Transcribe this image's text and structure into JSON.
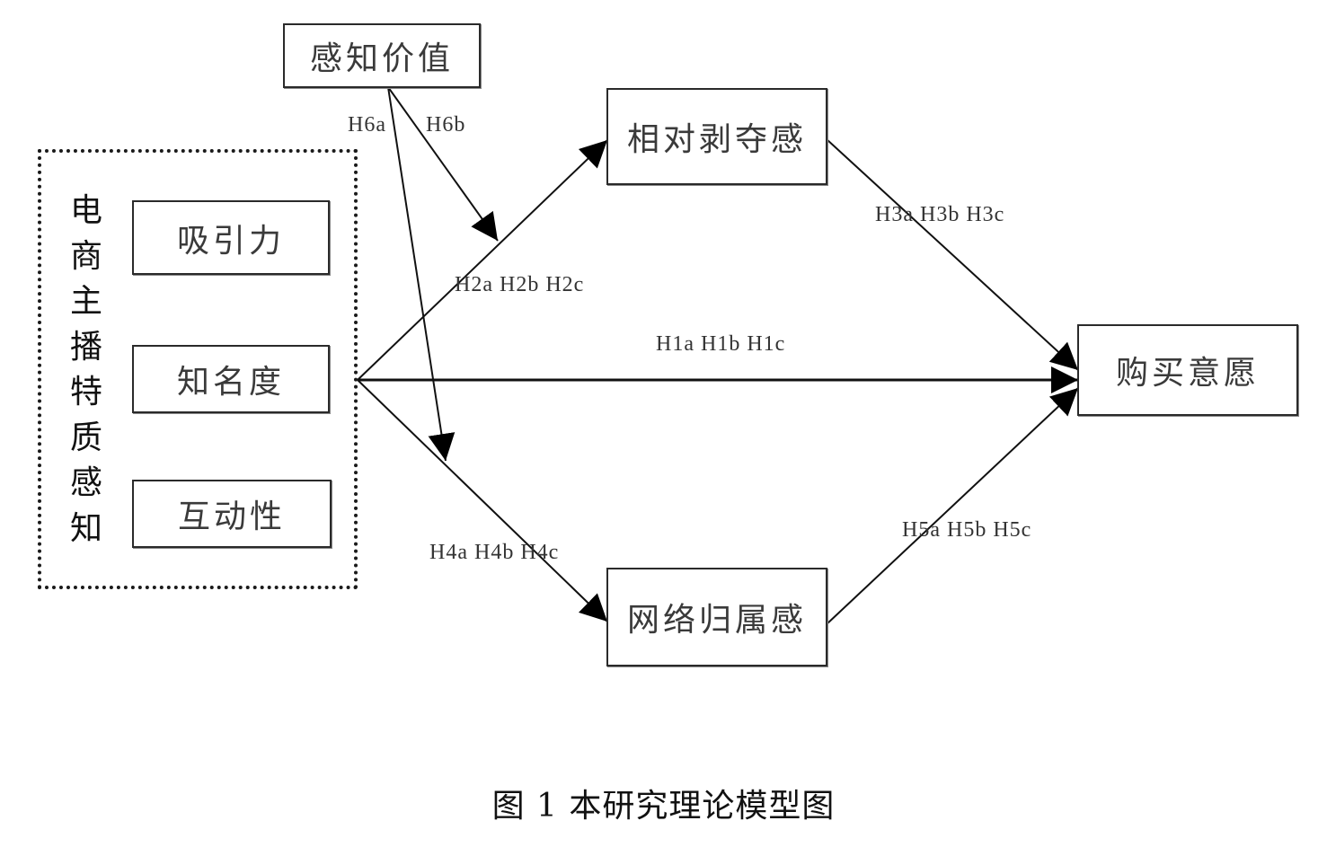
{
  "diagram": {
    "group": {
      "title": "电商主播特质感知",
      "items": [
        "吸引力",
        "知名度",
        "互动性"
      ]
    },
    "nodes": {
      "perceived_value": "感知价值",
      "relative_deprivation": "相对剥夺感",
      "online_belonging": "网络归属感",
      "purchase_intention": "购买意愿"
    },
    "edges": [
      {
        "from": "group",
        "to": "purchase_intention",
        "label": "H1a H1b H1c"
      },
      {
        "from": "group",
        "to": "relative_deprivation",
        "label": "H2a H2b H2c"
      },
      {
        "from": "relative_deprivation",
        "to": "purchase_intention",
        "label": "H3a H3b H3c"
      },
      {
        "from": "group",
        "to": "online_belonging",
        "label": "H4a H4b H4c"
      },
      {
        "from": "online_belonging",
        "to": "purchase_intention",
        "label": "H5a H5b H5c"
      },
      {
        "from": "perceived_value",
        "to": "edge:group-online_belonging",
        "label": "H6a"
      },
      {
        "from": "perceived_value",
        "to": "edge:group-relative_deprivation",
        "label": "H6b"
      }
    ],
    "caption": "图 1 本研究理论模型图",
    "colors": {
      "line": "#111111",
      "box_border": "#2a2a2a",
      "text": "#3a3a3a"
    }
  }
}
